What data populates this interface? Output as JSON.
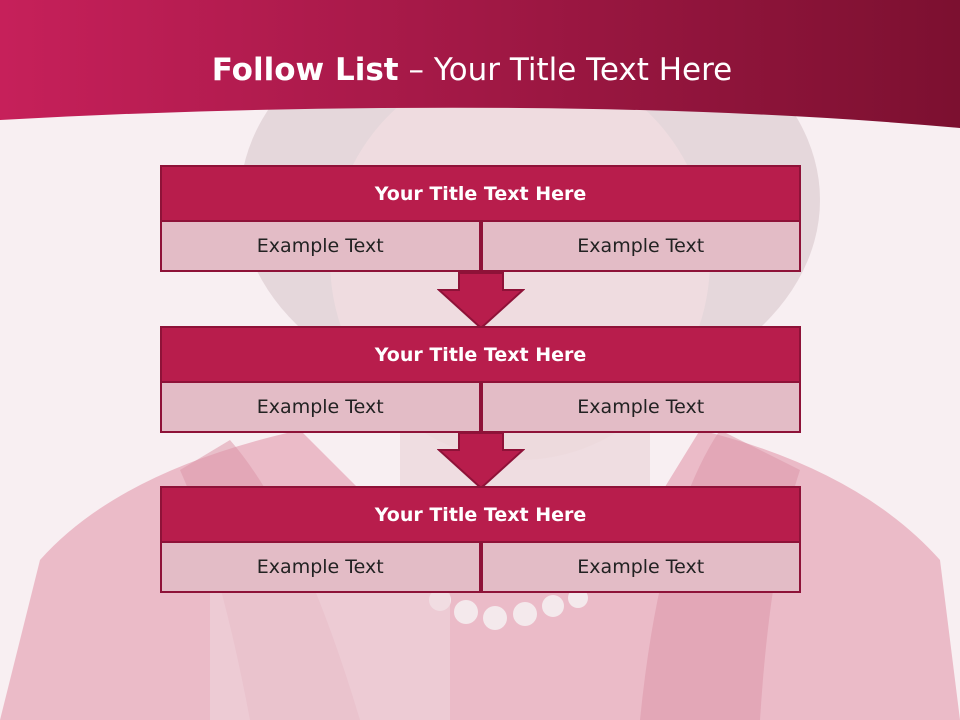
{
  "header": {
    "title_bold": "Follow List",
    "title_rest": "  – Your Title Text Here"
  },
  "steps": [
    {
      "title": "Your Title Text Here",
      "cells": [
        "Example Text",
        "Example Text"
      ]
    },
    {
      "title": "Your Title Text Here",
      "cells": [
        "Example Text",
        "Example Text"
      ]
    },
    {
      "title": "Your Title Text Here",
      "cells": [
        "Example Text",
        "Example Text"
      ]
    }
  ],
  "colors": {
    "accent": "#b81d4c",
    "accent_dark": "#8e1238",
    "cell_fill": "#e3bcc6",
    "background": "#f7eef1"
  },
  "icons": {
    "connector": "down-arrow-icon"
  }
}
